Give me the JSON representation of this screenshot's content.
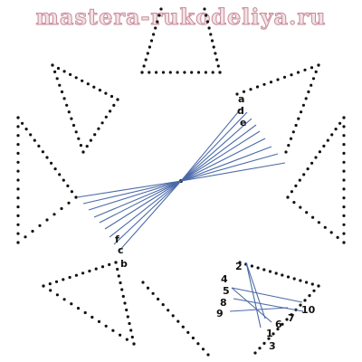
{
  "watermark": "mastera-rukodeliya.ru",
  "colors": {
    "thread": "#4a6aa8",
    "dots": "#111111",
    "watermark": "#c98b9a"
  },
  "top_labels": [
    "a",
    "d",
    "e"
  ],
  "left_labels": [
    "f",
    "c",
    "b"
  ],
  "number_labels": [
    "1",
    "2",
    "3",
    "4",
    "5",
    "6",
    "7",
    "8",
    "9",
    "10"
  ]
}
